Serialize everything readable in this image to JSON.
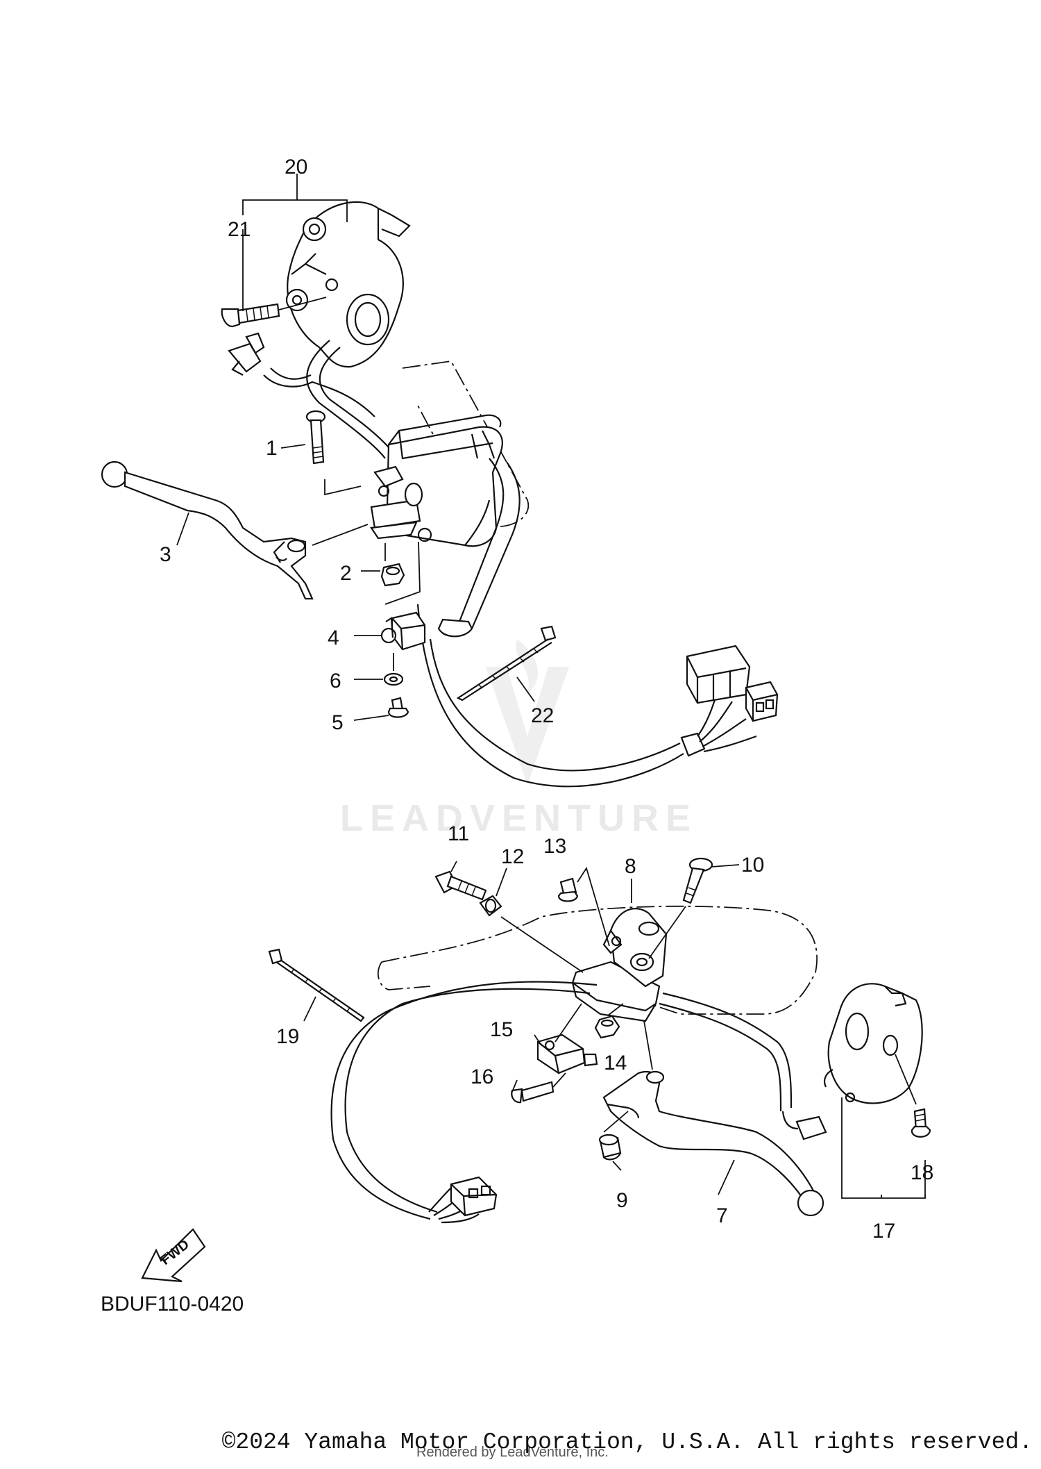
{
  "parts": {
    "p1": "1",
    "p2": "2",
    "p3": "3",
    "p4": "4",
    "p5": "5",
    "p6": "6",
    "p7": "7",
    "p8": "8",
    "p9": "9",
    "p10": "10",
    "p11": "11",
    "p12": "12",
    "p13": "13",
    "p14": "14",
    "p15": "15",
    "p16": "16",
    "p17": "17",
    "p18": "18",
    "p19": "19",
    "p20": "20",
    "p21": "21",
    "p22": "22"
  },
  "diagram_code": "BDUF110-0420",
  "fwd_label": "FWD",
  "watermark": "LEADVENTURE",
  "rendered_by": "Rendered by LeadVenture, Inc.",
  "copyright": "©2024 Yamaha Motor Corporation, U.S.A. All rights reserved."
}
